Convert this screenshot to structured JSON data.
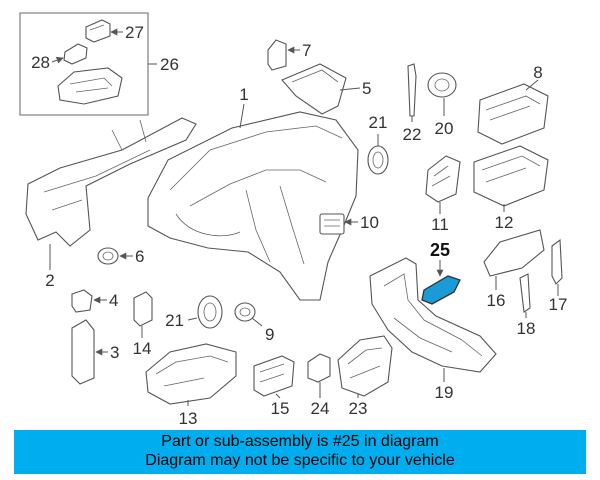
{
  "diagram": {
    "callouts": [
      "1",
      "2",
      "3",
      "4",
      "5",
      "6",
      "7",
      "8",
      "9",
      "10",
      "11",
      "12",
      "13",
      "14",
      "15",
      "16",
      "17",
      "18",
      "19",
      "20",
      "21",
      "21",
      "22",
      "23",
      "24",
      "25",
      "26",
      "27",
      "28"
    ],
    "highlighted_part": "25",
    "highlight_color": "#1a9ad6"
  },
  "banner": {
    "line1": "Part or sub-assembly is #25 in diagram",
    "line2": "Diagram may not be specific to your vehicle",
    "background": "#00aeef"
  }
}
